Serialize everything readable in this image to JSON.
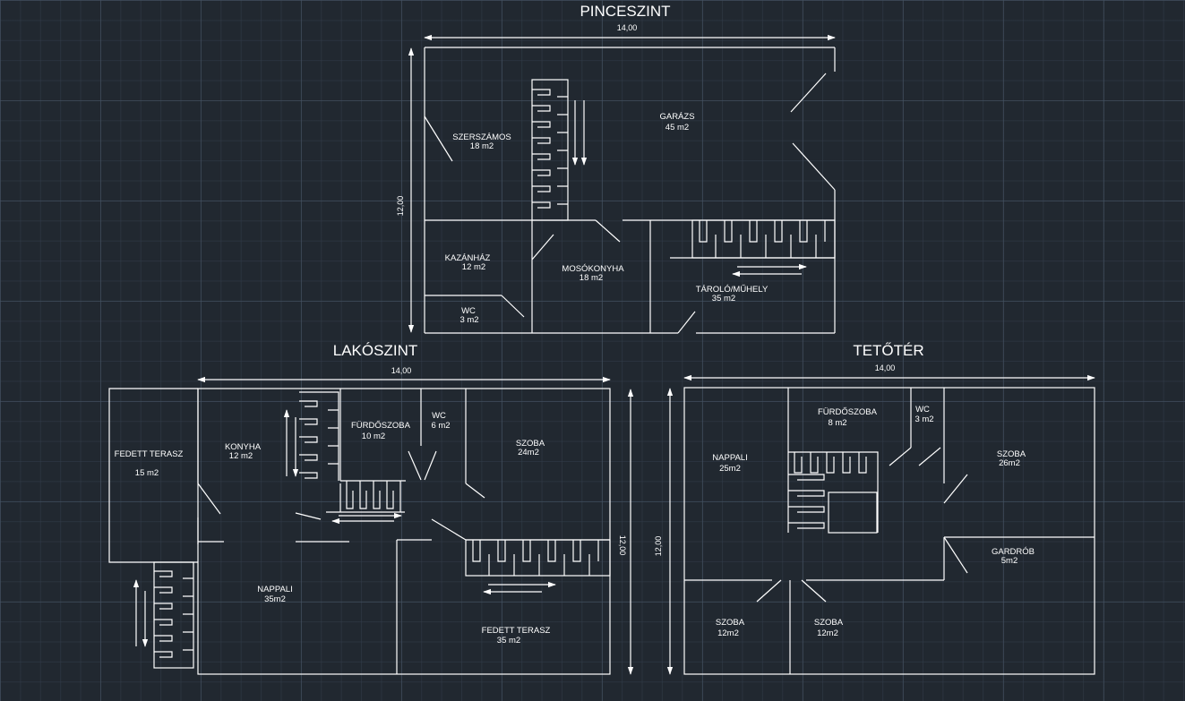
{
  "floors": {
    "basement": {
      "title": "PINCESZINT",
      "width_dim": "14,00",
      "height_dim": "12,00",
      "rooms": [
        {
          "name": "SZERSZÁMOS",
          "area": "18 m2"
        },
        {
          "name": "GARÁZS",
          "area": "45 m2"
        },
        {
          "name": "KAZÁNHÁZ",
          "area": "12 m2"
        },
        {
          "name": "MOSÓKONYHA",
          "area": "18 m2"
        },
        {
          "name": "TÁROLÓ/MŰHELY",
          "area": "35 m2"
        },
        {
          "name": "WC",
          "area": "3 m2"
        }
      ]
    },
    "ground": {
      "title": "LAKÓSZINT",
      "width_dim": "14,00",
      "height_dim": "12,00",
      "rooms": [
        {
          "name": "FEDETT TERASZ",
          "area": "15 m2"
        },
        {
          "name": "KONYHA",
          "area": "12 m2"
        },
        {
          "name": "FÜRDŐSZOBA",
          "area": "10 m2"
        },
        {
          "name": "WC",
          "area": "6 m2"
        },
        {
          "name": "SZOBA",
          "area": "24m2"
        },
        {
          "name": "NAPPALI",
          "area": "35m2"
        },
        {
          "name": "FEDETT TERASZ",
          "area": "35 m2"
        }
      ]
    },
    "attic": {
      "title": "TETŐTÉR",
      "width_dim": "14,00",
      "height_dim": "12,00",
      "rooms": [
        {
          "name": "NAPPALI",
          "area": "25m2"
        },
        {
          "name": "FÜRDŐSZOBA",
          "area": "8 m2"
        },
        {
          "name": "WC",
          "area": "3 m2"
        },
        {
          "name": "SZOBA",
          "area": "26m2"
        },
        {
          "name": "GARDRÓB",
          "area": "5m2"
        },
        {
          "name": "SZOBA",
          "area": "12m2"
        },
        {
          "name": "SZOBA",
          "area": "12m2"
        }
      ]
    }
  },
  "colors": {
    "background": "#212830",
    "line": "#ffffff"
  }
}
